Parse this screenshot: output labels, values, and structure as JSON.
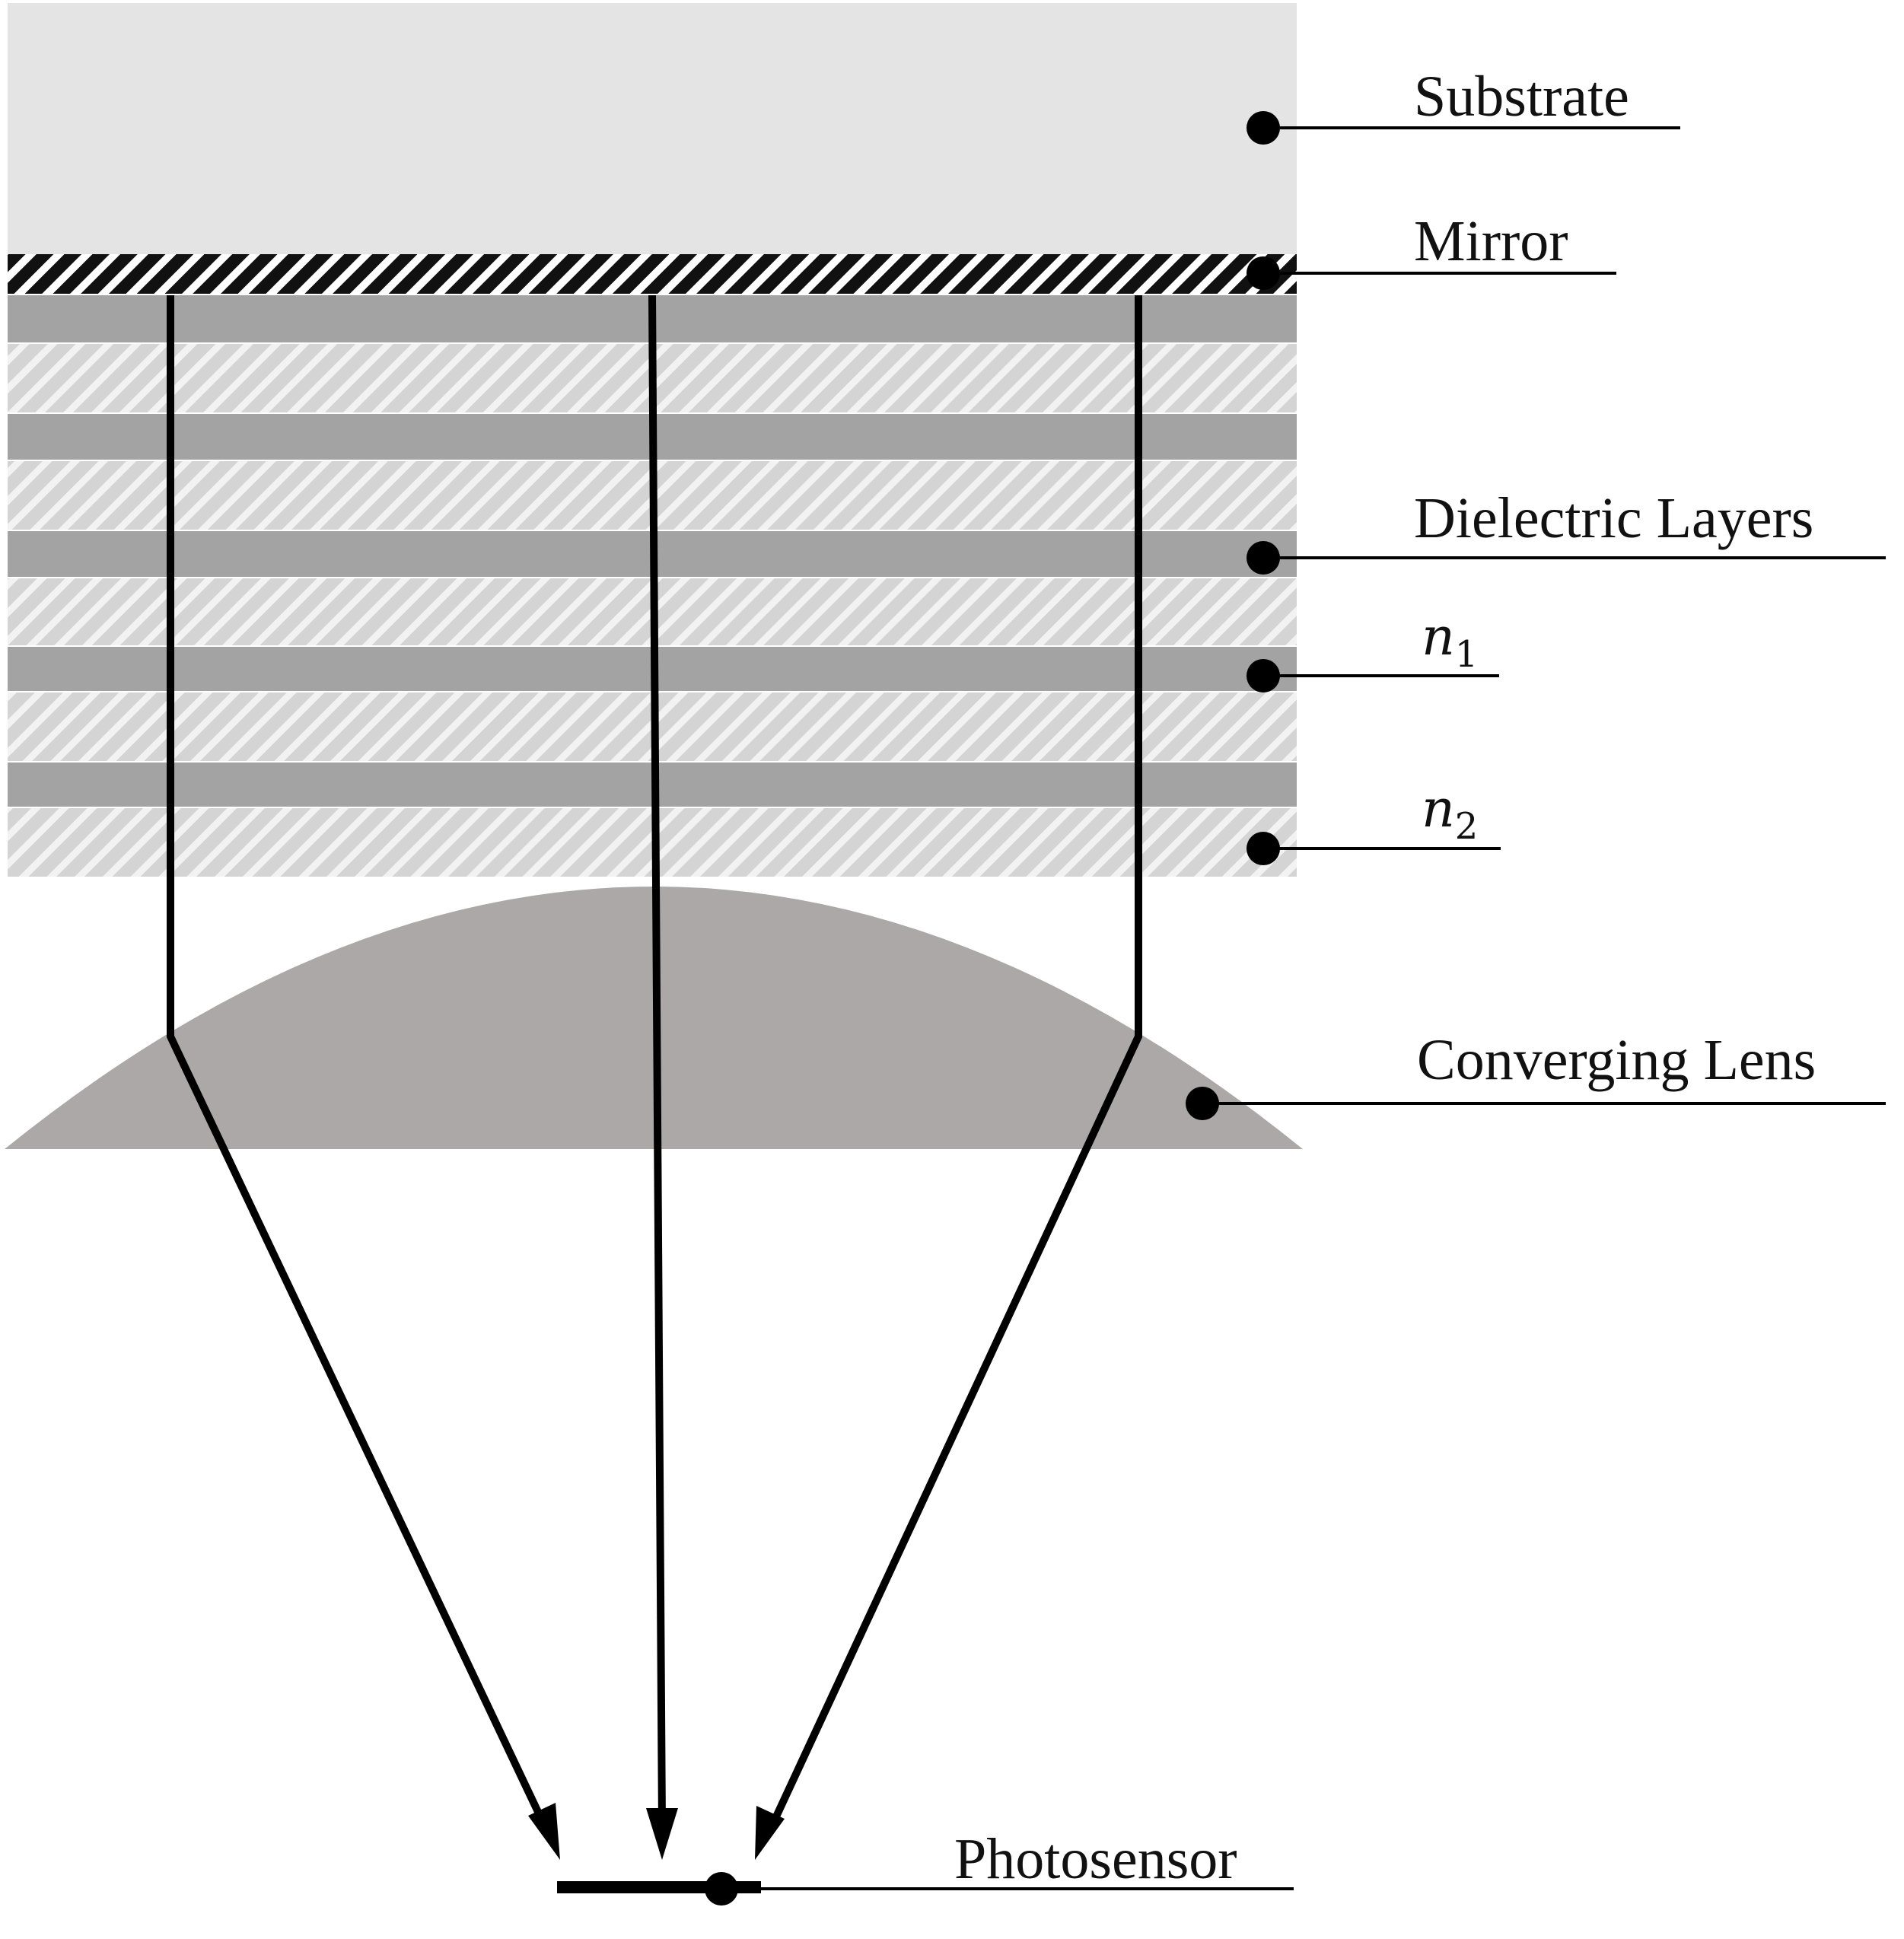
{
  "labels": {
    "substrate": "Substrate",
    "mirror": "Mirror",
    "dielectric_layers": "Dielectric Layers",
    "n1_symbol": "n",
    "n1_subscript": "1",
    "n2_symbol": "n",
    "n2_subscript": "2",
    "converging_lens": "Converging Lens",
    "photosensor": "Photosensor"
  },
  "layer_stack": {
    "n1_band_count": 5,
    "n2_band_count": 5
  },
  "colors": {
    "substrate": "#e4e4e4",
    "n1_layer": "#a3a3a3",
    "n2_layer_base": "#d4d4d4",
    "n2_layer_hatch": "#f2f2f2",
    "mirror_dark": "#111111",
    "mirror_light": "#ffffff",
    "lens": "#aca8a8",
    "rays": "#000000",
    "leader_lines": "#000000"
  }
}
